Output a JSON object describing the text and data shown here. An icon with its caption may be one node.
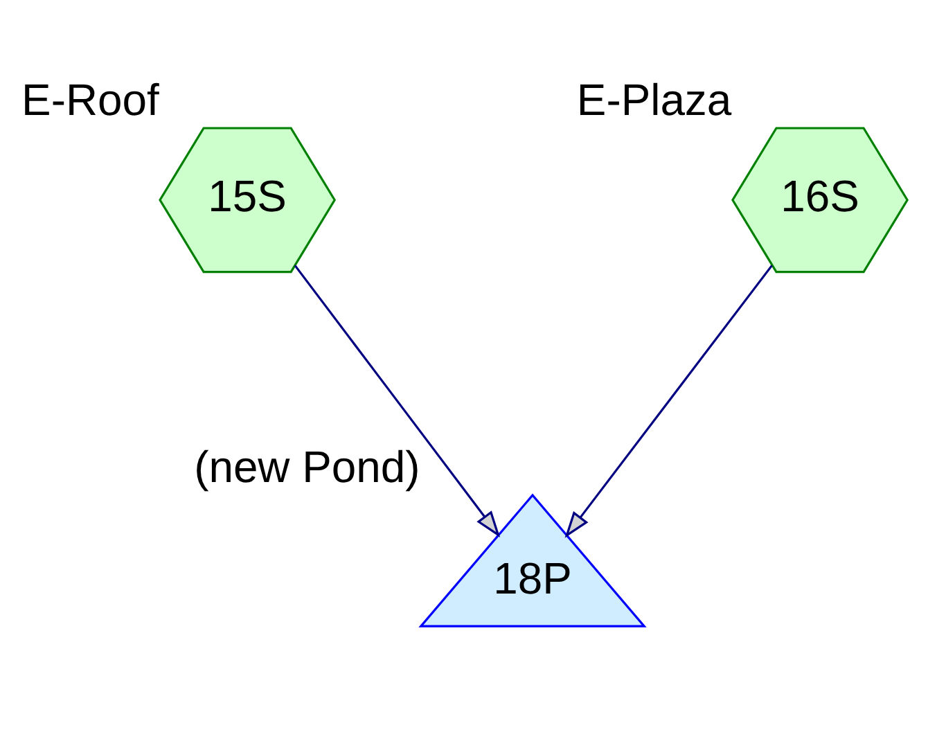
{
  "diagram": {
    "nodes": [
      {
        "text": [
          "15S"
        ],
        "beside": [
          "E-Roof"
        ]
      },
      {
        "text": [
          "16S"
        ],
        "beside": [
          "E-Plaza"
        ]
      },
      {
        "text": [
          "18P"
        ],
        "beside": [
          "(new Pond)"
        ]
      }
    ],
    "edges": [
      {
        "from": 0,
        "to": 2,
        "arrow": "to"
      },
      {
        "from": 1,
        "to": 2,
        "arrow": "to"
      }
    ]
  }
}
